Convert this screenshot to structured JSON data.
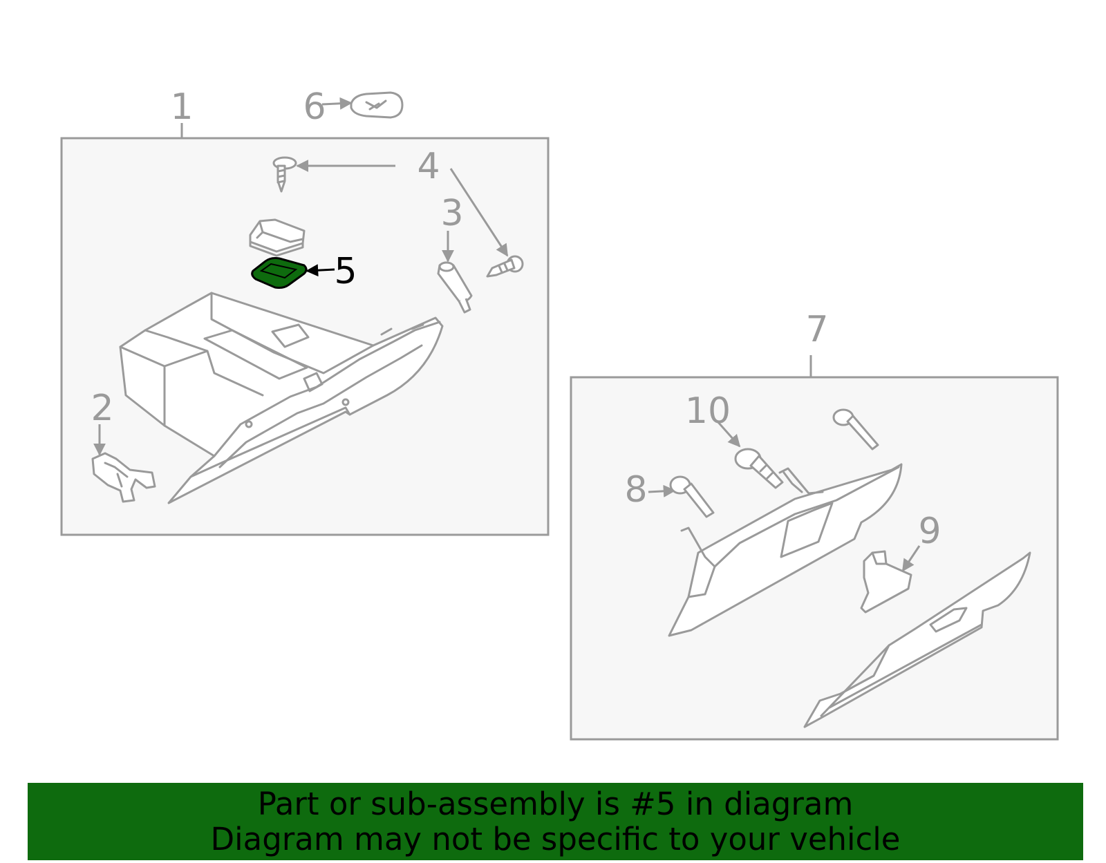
{
  "callouts": {
    "c1": "1",
    "c2": "2",
    "c3": "3",
    "c4": "4",
    "c5": "5",
    "c6": "6",
    "c7": "7",
    "c8": "8",
    "c9": "9",
    "c10": "10"
  },
  "highlight_color": "#0e6b0e",
  "banner": {
    "line1": "Part or sub-assembly is #5 in diagram",
    "line2": "Diagram may not be specific to your vehicle",
    "background": "#0e6b0e"
  }
}
